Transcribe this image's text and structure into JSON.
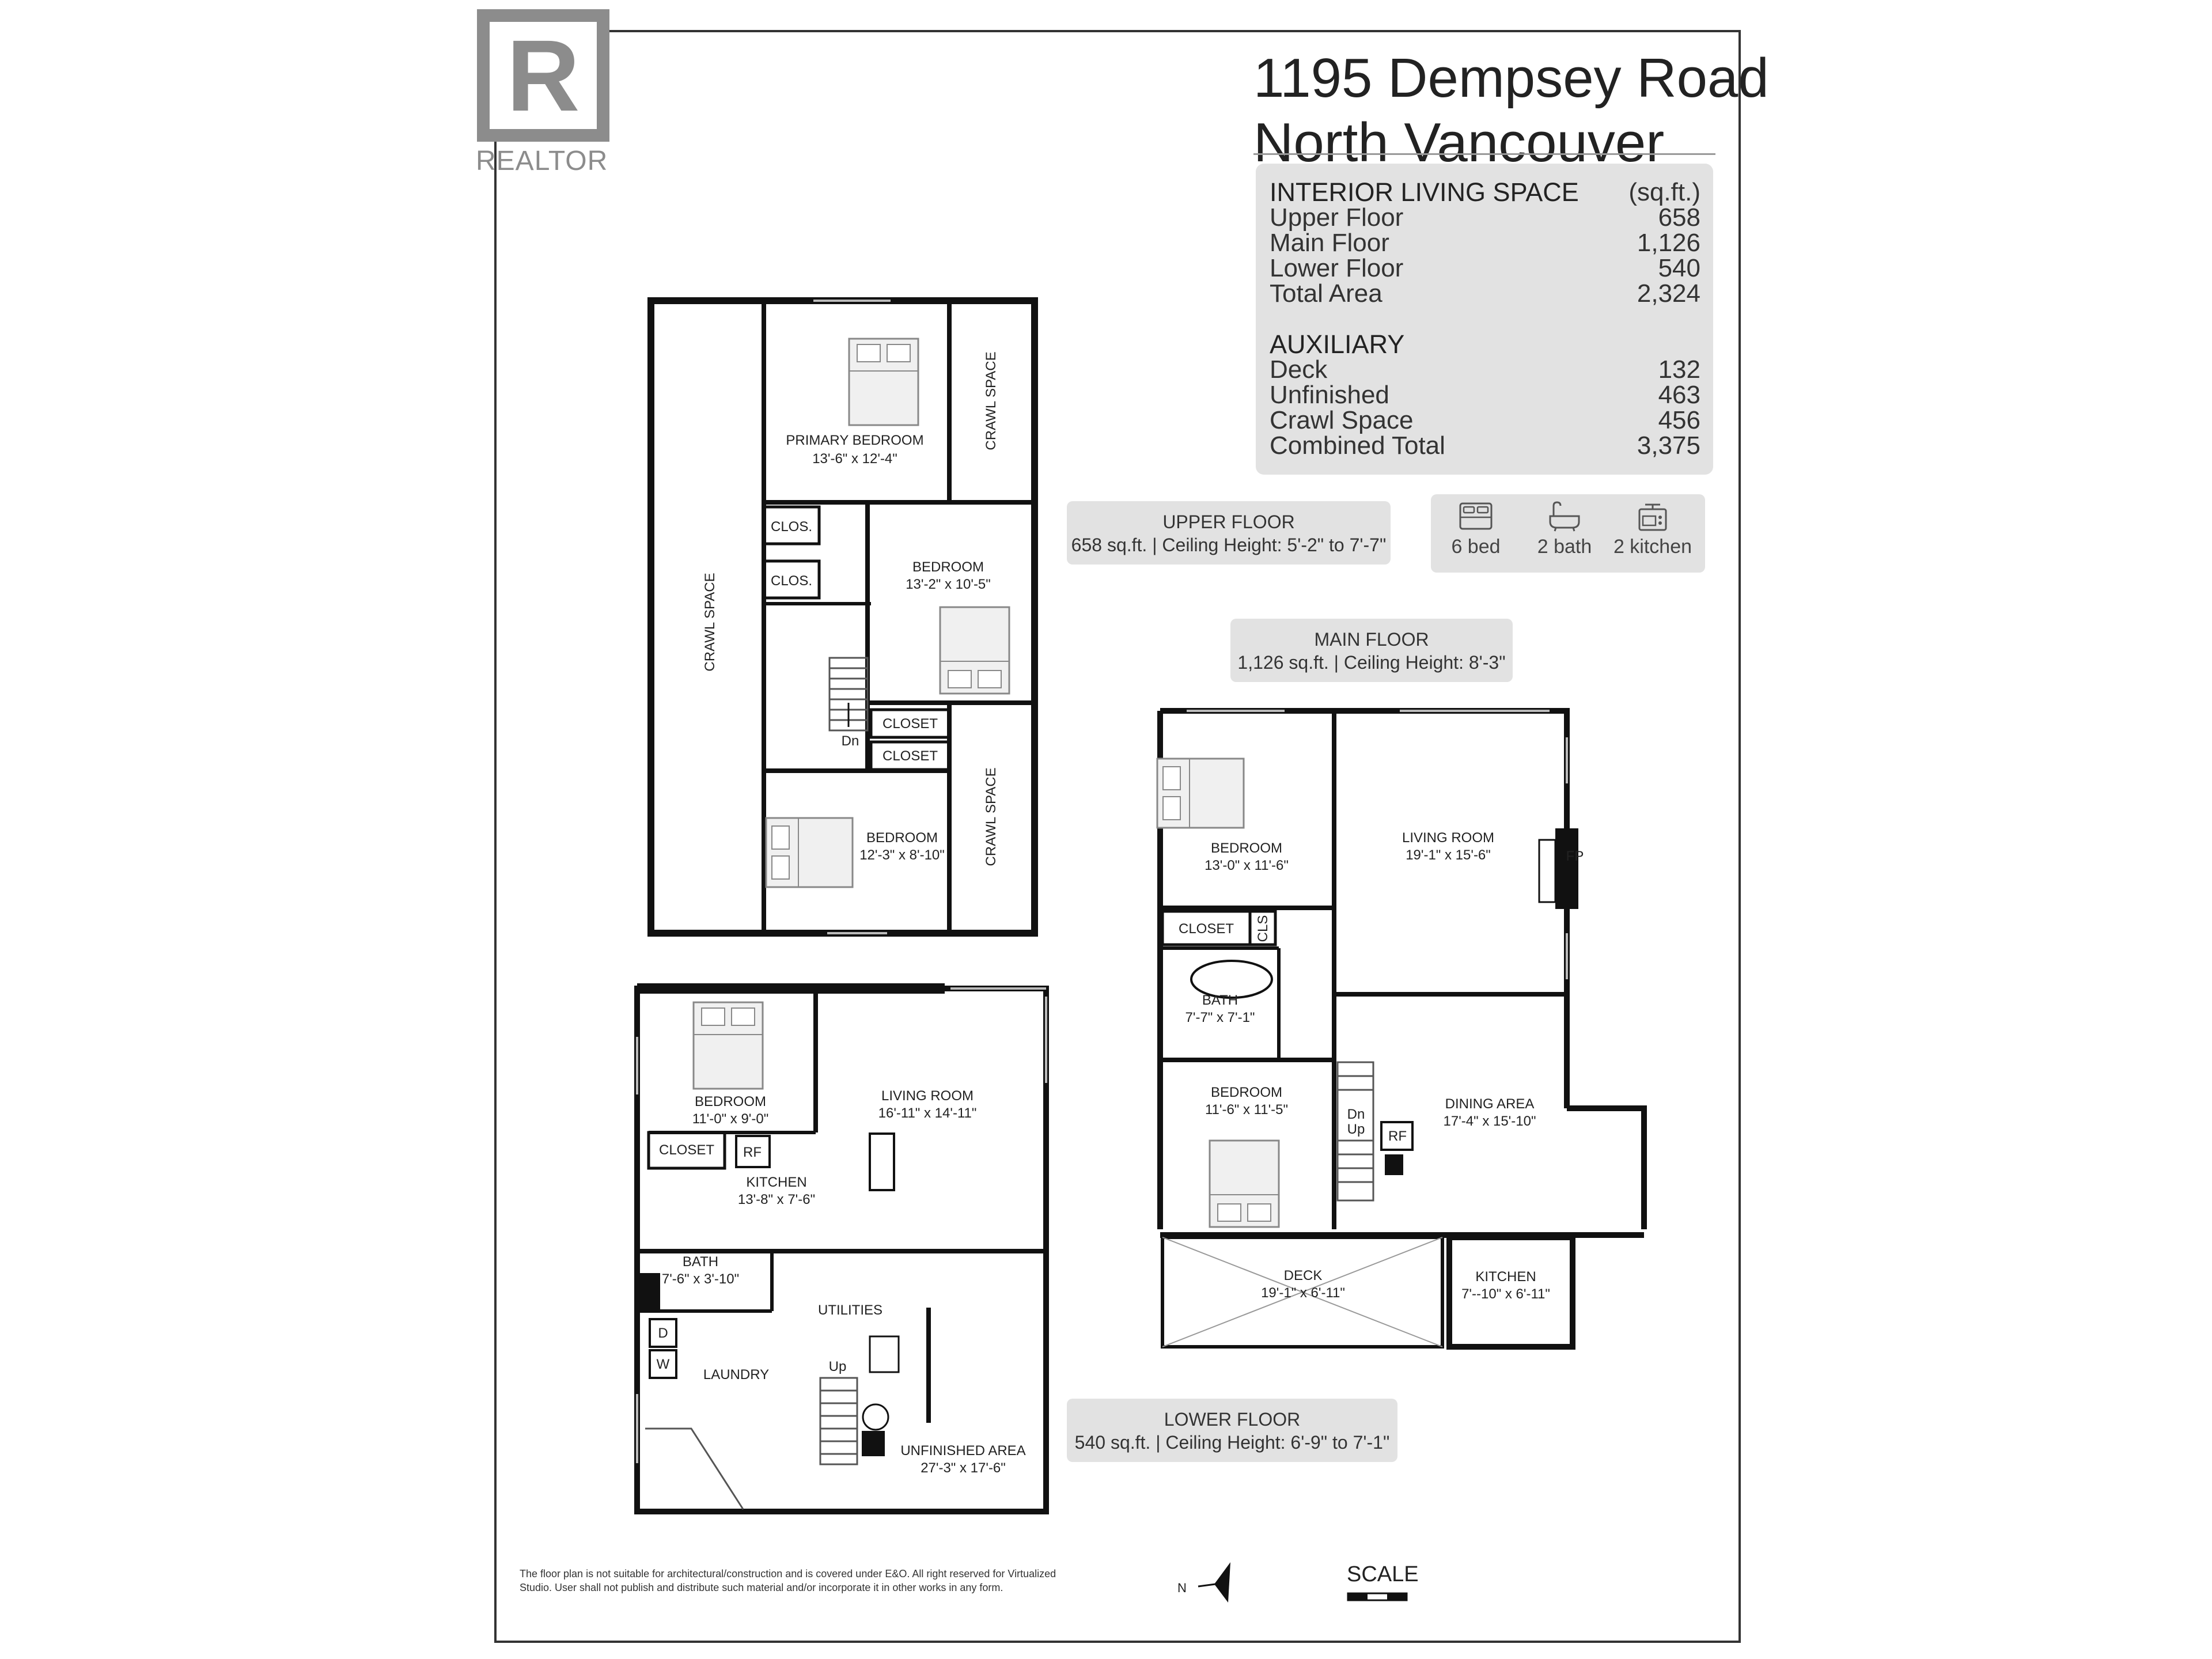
{
  "logo": {
    "mark": "R",
    "label": "REALTOR"
  },
  "address": {
    "line1": "1195 Dempsey Road",
    "line2": "North Vancouver"
  },
  "interior": {
    "heading": "INTERIOR LIVING SPACE",
    "unit": "(sq.ft.)",
    "rows": [
      {
        "label": "Upper Floor",
        "value": "658"
      },
      {
        "label": "Main Floor",
        "value": "1,126"
      },
      {
        "label": "Lower Floor",
        "value": "540"
      },
      {
        "label": "Total Area",
        "value": "2,324"
      }
    ]
  },
  "auxiliary": {
    "heading": "AUXILIARY",
    "rows": [
      {
        "label": "Deck",
        "value": "132"
      },
      {
        "label": "Unfinished",
        "value": "463"
      },
      {
        "label": "Crawl Space",
        "value": "456"
      },
      {
        "label": "Combined Total",
        "value": "3,375"
      }
    ]
  },
  "features": [
    {
      "icon": "bed-icon",
      "label": "6 bed"
    },
    {
      "icon": "bath-icon",
      "label": "2 bath"
    },
    {
      "icon": "kitchen-icon",
      "label": "2 kitchen"
    }
  ],
  "floors": {
    "upper": {
      "title": "UPPER FLOOR",
      "info": "658 sq.ft. | Ceiling Height: 5'-2\" to 7'-7\""
    },
    "main": {
      "title": "MAIN FLOOR",
      "info": "1,126 sq.ft. | Ceiling Height: 8'-3\""
    },
    "lower": {
      "title": "LOWER FLOOR",
      "info": "540 sq.ft. | Ceiling Height: 6'-9\" to 7'-1\""
    }
  },
  "upper_rooms": {
    "primary_name": "PRIMARY BEDROOM",
    "primary_dim": "13'-6\" x 12'-4\"",
    "bed2_name": "BEDROOM",
    "bed2_dim": "13'-2\" x 10'-5\"",
    "bed3_name": "BEDROOM",
    "bed3_dim": "12'-3\" x 8'-10\"",
    "crawl": "CRAWL SPACE",
    "clos": "CLOS.",
    "closet": "CLOSET",
    "dn": "Dn"
  },
  "main_rooms": {
    "bed1_name": "BEDROOM",
    "bed1_dim": "13'-0\" x 11'-6\"",
    "living_name": "LIVING ROOM",
    "living_dim": "19'-1\" x 15'-6\"",
    "fp": "FP",
    "closet": "CLOSET",
    "cls": "CLS",
    "bath_name": "BATH",
    "bath_dim": "7'-7\" x 7'-1\"",
    "bed2_name": "BEDROOM",
    "bed2_dim": "11'-6\" x 11'-5\"",
    "dn": "Dn",
    "up": "Up",
    "rf": "RF",
    "dining_name": "DINING AREA",
    "dining_dim": "17'-4\" x 15'-10\"",
    "deck_name": "DECK",
    "deck_dim": "19'-1\" x 6'-11\"",
    "kitchen_name": "KITCHEN",
    "kitchen_dim": "7'--10\" x 6'-11\""
  },
  "lower_rooms": {
    "bed_name": "BEDROOM",
    "bed_dim": "11'-0\" x 9'-0\"",
    "living_name": "LIVING ROOM",
    "living_dim": "16'-11\" x 14'-11\"",
    "closet": "CLOSET",
    "rf": "RF",
    "kitchen_name": "KITCHEN",
    "kitchen_dim": "13'-8\" x 7'-6\"",
    "bath_name": "BATH",
    "bath_dim": "7'-6\" x 3'-10\"",
    "utilities": "UTILITIES",
    "d": "D",
    "w": "W",
    "laundry": "LAUNDRY",
    "up": "Up",
    "unfinished_name": "UNFINISHED AREA",
    "unfinished_dim": "27'-3\" x 17'-6\""
  },
  "disclaimer": "The floor plan is not suitable for architectural/construction and is covered under E&O. All right reserved for Virtualized Studio. User shall not publish and distribute such material and/or incorporate it in other works in any form.",
  "compass": "N",
  "scale": "SCALE"
}
